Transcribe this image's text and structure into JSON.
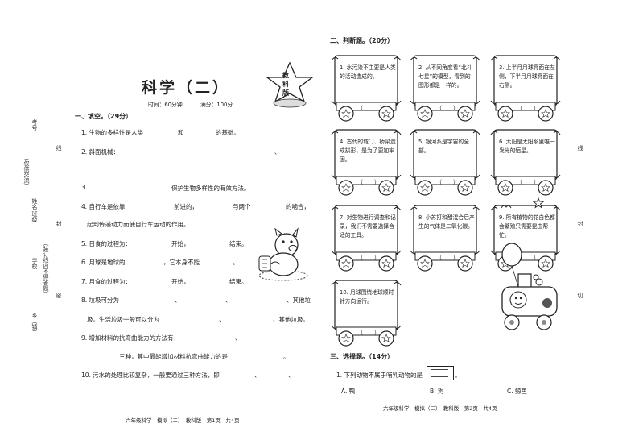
{
  "left_page": {
    "title": "科学（二）",
    "stamp": [
      "教",
      "科",
      "版"
    ],
    "meta": {
      "time": "时间：60分钟",
      "score": "满分：100分"
    },
    "section1": {
      "heading": "一、填空。（29分）",
      "lines": [
        "1. 生物的多样性是人类",
        "和",
        "的基础。",
        "2. 斜面机械：",
        "、",
        "3.",
        "保护生物多样性的有效方法。",
        "4. 自行车是依靠",
        "前进的，",
        "与两个",
        "的啮合，",
        "起到传递动力而使自行车运动的作用。",
        "5. 日食的过程为：",
        "开始，",
        "结束。",
        "6. 月球是地球的",
        "，它本身不能",
        "。",
        "7. 月食的过程为：",
        "开始，",
        "结束。",
        "8. 垃圾可分为",
        "、",
        "、",
        "、其他垃",
        "圾。生活垃圾一般可以分为",
        "、",
        "、其他垃圾。",
        "9. 增加材料的抗弯曲能力的方法有：",
        "、",
        "三种，其中最能增加材料抗弯曲能力的是",
        "。",
        "10. 污水的处理比较复杂，一般要通过三种方法，即",
        "、",
        "、"
      ]
    },
    "footer": "六年级科学　模拟（二）　教科版　第1页　共4页"
  },
  "binding": {
    "labels": [
      "考号",
      "姓名",
      "班级",
      "学校",
      "乡（镇）"
    ],
    "notes": [
      "（装订线内不得答题）",
      "（仅供交流）"
    ],
    "line_marks": [
      "线",
      "封",
      "密"
    ]
  },
  "right_page": {
    "section2": {
      "heading": "二、判断题。（20分）",
      "cards": [
        {
          "text": "1. 水污染不主要是人类的活动造成的。",
          "paren": "（　　　）"
        },
        {
          "text": "2. 从不同角度看“北斗七星”的模型，看到的图形都是一样的。",
          "paren": "（　　）"
        },
        {
          "text": "3. 上半月月球亮面在左侧，下半月月球亮面在右侧。",
          "paren": "（　　）"
        },
        {
          "text": "4. 古代的城门、桥梁造成拱形，是为了更加牢固。",
          "paren": "（　　）"
        },
        {
          "text": "5. 银河系是宇宙的全部。",
          "paren": "（　　）"
        },
        {
          "text": "6. 太阳是太阳系里唯一发光的恒星。",
          "paren": "（　　）"
        },
        {
          "text": "7. 对生物进行调查和记录，我们不需要选择合适的工具。",
          "paren": "（　　）"
        },
        {
          "text": "8. 小苏打和醋混合后产生的气体是二氧化碳。",
          "paren": "（　　）"
        },
        {
          "text": "9. 所有植物的花白色都会繁殖只需要昆虫帮忙。",
          "paren": "（　　）"
        },
        {
          "text": "10. 月球围绕地球顺时针方向运行。",
          "paren": "（　　）"
        }
      ]
    },
    "section3": {
      "heading": "三、选择题。（14分）",
      "q1": "1. 下列动物不属于哺乳动物的是",
      "q1_end": "。",
      "options": [
        "A. 鸭",
        "B. 狗",
        "C. 鲸鱼"
      ]
    },
    "line_marks": [
      "线",
      "封",
      "切"
    ],
    "footer": "六年级科学　模拟（二）　教科版　第2页　共4页"
  }
}
